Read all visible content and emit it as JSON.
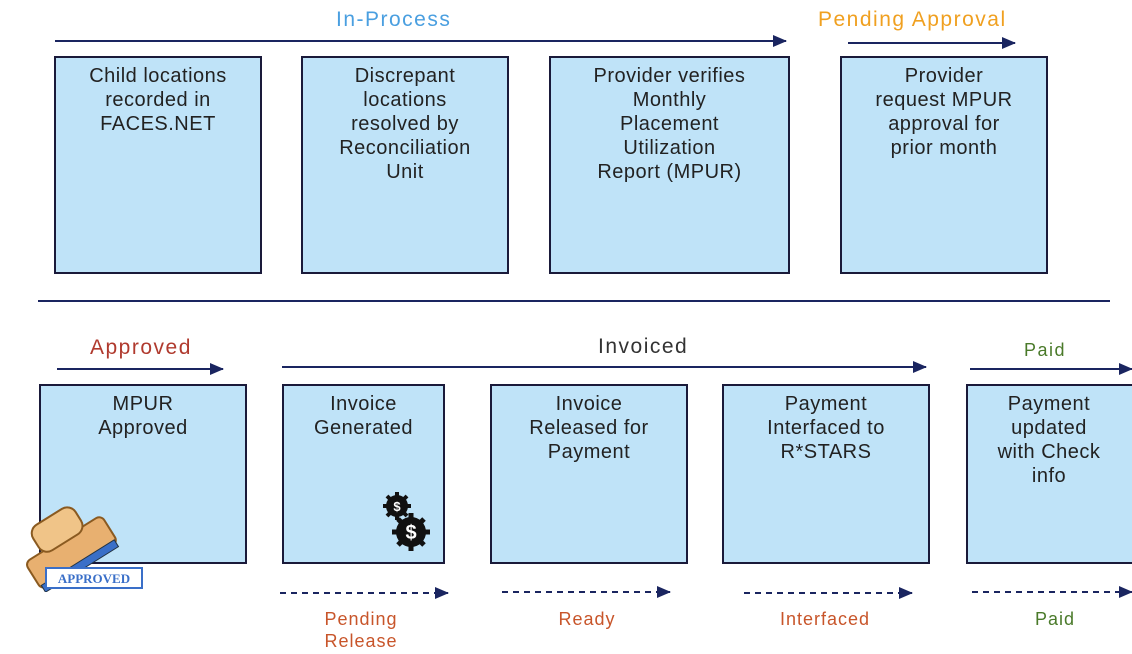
{
  "top_row": {
    "phases": [
      {
        "label": "In-Process",
        "color": "#4a9fe0"
      },
      {
        "label": "Pending Approval",
        "color": "#f0a020"
      }
    ],
    "steps": [
      "Child locations\nrecorded in\nFACES.NET",
      "Discrepant\nlocations\nresolved by\nReconciliation\nUnit",
      "Provider verifies\nMonthly\nPlacement\nUtilization\nReport (MPUR)",
      "Provider\nrequest MPUR\napproval for\nprior month"
    ]
  },
  "bottom_row": {
    "phases": [
      {
        "label": "Approved",
        "color": "#b03a2e"
      },
      {
        "label": "Invoiced",
        "color": "#333333"
      },
      {
        "label": "Paid",
        "color": "#4a7a2a"
      }
    ],
    "steps": [
      "MPUR\nApproved",
      "Invoice\nGenerated",
      "Invoice\nReleased for\nPayment",
      "Payment\nInterfaced to\nR*STARS",
      "Payment\nupdated\nwith Check\ninfo"
    ],
    "statuses": [
      {
        "label": "Pending\nRelease",
        "color": "#c8552a"
      },
      {
        "label": "Ready",
        "color": "#c8552a"
      },
      {
        "label": "Interfaced",
        "color": "#c8552a"
      },
      {
        "label": "Paid",
        "color": "#4a7a2a"
      }
    ]
  },
  "stamp": {
    "text": "APPROVED"
  },
  "colors": {
    "box_fill": "#bfe3f8",
    "box_border": "#1a1a3a",
    "arrow": "#1a2560",
    "divider": "#1a2560"
  }
}
